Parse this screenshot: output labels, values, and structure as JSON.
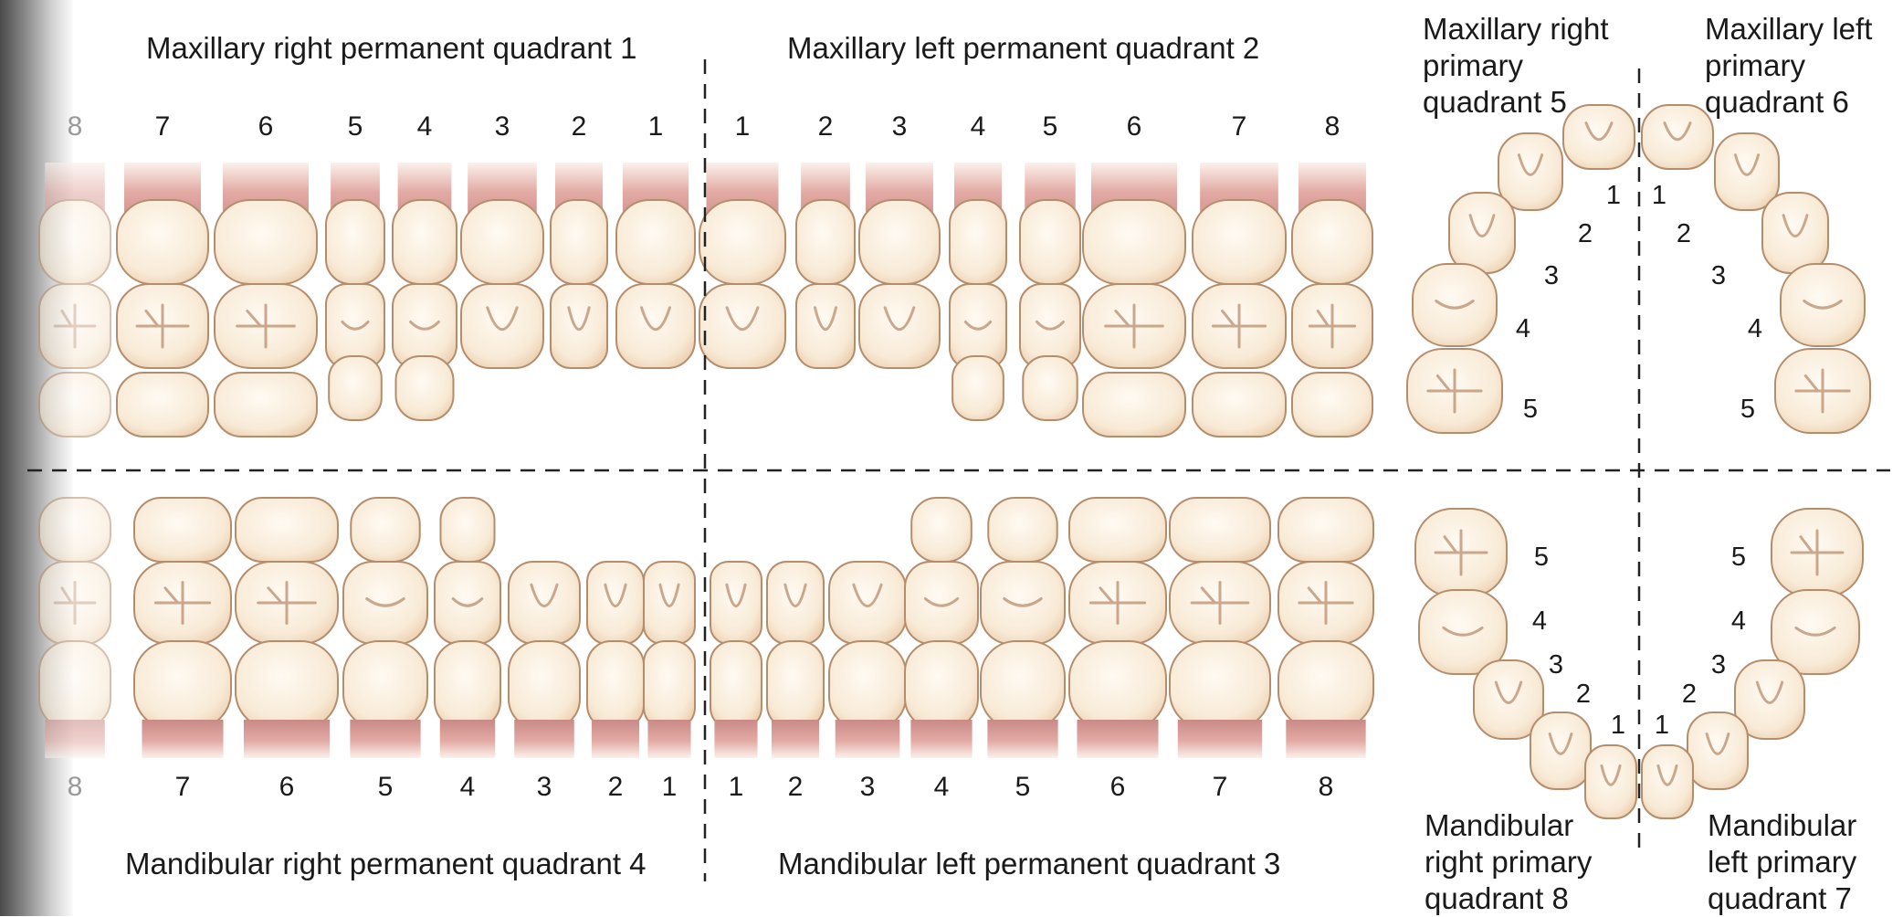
{
  "colors": {
    "crown_fill": "#f8ead6",
    "crown_stroke": "#b48d6d",
    "root_top": "#f2d7cf",
    "root_mid": "#c98a86",
    "background": "#ffffff"
  },
  "permanent": {
    "maxillary_right": {
      "title": "Maxillary right permanent quadrant 1",
      "numbers": [
        "8",
        "7",
        "6",
        "5",
        "4",
        "3",
        "2",
        "1"
      ]
    },
    "maxillary_left": {
      "title": "Maxillary left permanent quadrant 2",
      "numbers": [
        "1",
        "2",
        "3",
        "4",
        "5",
        "6",
        "7",
        "8"
      ]
    },
    "mandibular_right": {
      "title": "Mandibular right permanent quadrant 4",
      "numbers": [
        "8",
        "7",
        "6",
        "5",
        "4",
        "3",
        "2",
        "1"
      ]
    },
    "mandibular_left": {
      "title": "Mandibular left permanent quadrant 3",
      "numbers": [
        "1",
        "2",
        "3",
        "4",
        "5",
        "6",
        "7",
        "8"
      ]
    }
  },
  "primary": {
    "maxillary_right": {
      "title": "Maxillary right\nprimary\nquadrant 5",
      "numbers": [
        "1",
        "2",
        "3",
        "4",
        "5"
      ]
    },
    "maxillary_left": {
      "title": "Maxillary left\nprimary\nquadrant 6",
      "numbers": [
        "1",
        "2",
        "3",
        "4",
        "5"
      ]
    },
    "mandibular_right": {
      "title": "Mandibular\nright primary\nquadrant 8",
      "numbers": [
        "5",
        "4",
        "3",
        "2",
        "1"
      ]
    },
    "mandibular_left": {
      "title": "Mandibular\nleft primary\nquadrant 7",
      "numbers": [
        "5",
        "4",
        "3",
        "2",
        "1"
      ]
    }
  }
}
